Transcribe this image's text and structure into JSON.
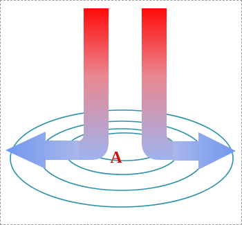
{
  "diagram": {
    "point_label": "A",
    "colors": {
      "warm": "#ff0a0a",
      "cool": "#7ca2f2",
      "ring": "#2a8fa8",
      "label": "#cc1111"
    },
    "elements": {
      "ring_count": 4,
      "descending_flows": 2,
      "outflow_arrows": 2
    }
  }
}
